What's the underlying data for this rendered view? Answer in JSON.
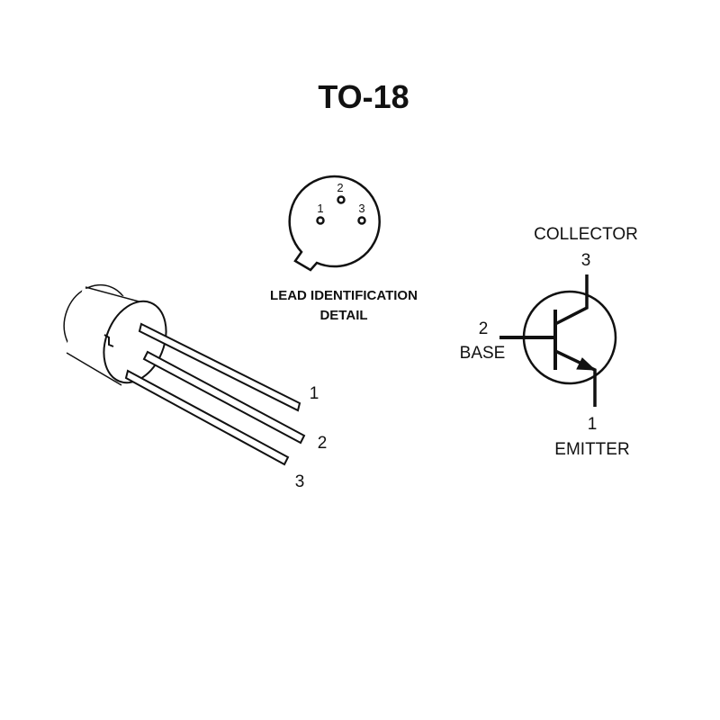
{
  "title": "TO-18",
  "lead_detail": {
    "line1": "LEAD IDENTIFICATION",
    "line2": "DETAIL",
    "pins": [
      "1",
      "2",
      "3"
    ]
  },
  "package_leads": [
    "1",
    "2",
    "3"
  ],
  "symbol": {
    "collector_label": "COLLECTOR",
    "collector_pin": "3",
    "base_pin": "2",
    "base_label": "BASE",
    "emitter_pin": "1",
    "emitter_label": "EMITTER"
  }
}
